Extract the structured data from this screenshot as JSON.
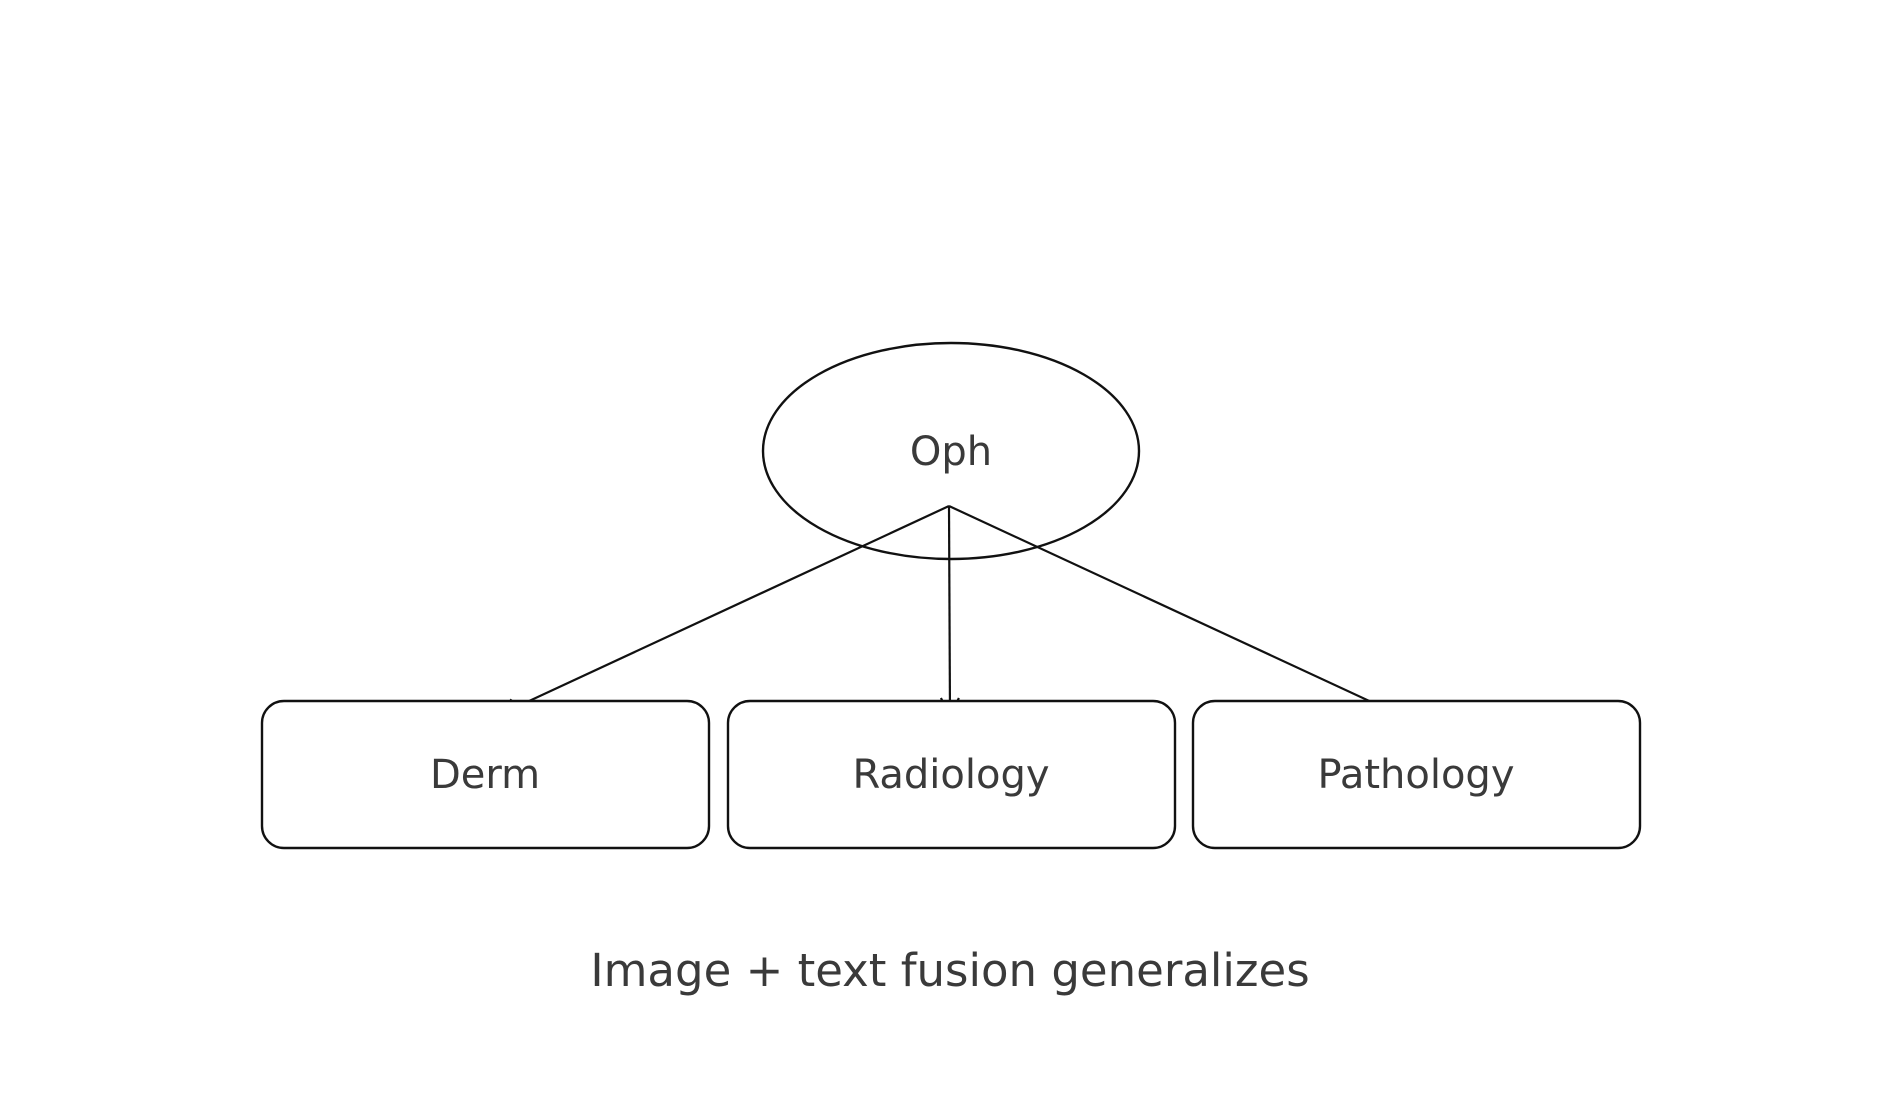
{
  "figure": {
    "root_node": {
      "label": "Oph"
    },
    "child_nodes": [
      {
        "label": "Derm"
      },
      {
        "label": "Radiology"
      },
      {
        "label": "Pathology"
      }
    ],
    "caption": "Image + text fusion generalizes",
    "colors": {
      "background": "#ffffff",
      "stroke": "#111111",
      "text": "#3a3a3a"
    }
  }
}
